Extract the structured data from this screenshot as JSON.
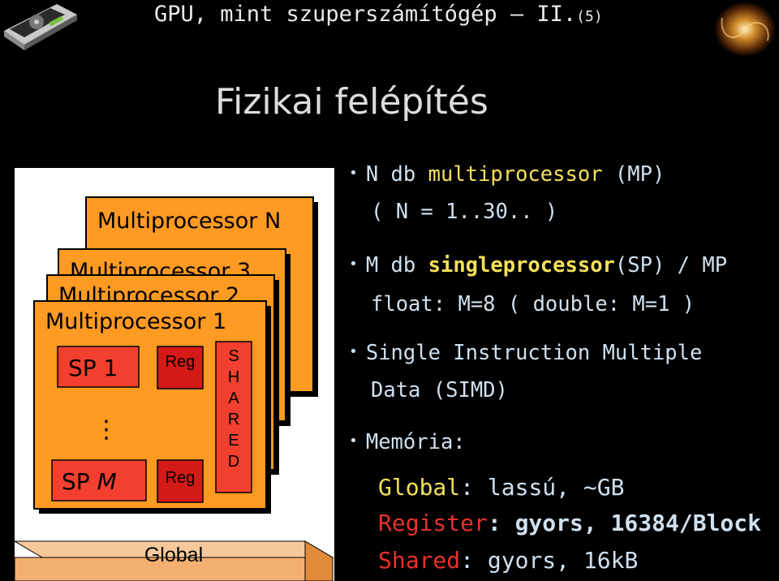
{
  "header": {
    "title": "GPU, mint szuperszámítógép – II.",
    "page": "(5)"
  },
  "slide_title": "Fizikai felépítés",
  "icons": {
    "gpu": "gpu-card-icon",
    "galaxy": "galaxy-icon"
  },
  "diagram": {
    "mp_n": "Multiprocessor N",
    "mp_3": "Multiprocessor 3",
    "mp_2": "Multiprocessor 2",
    "mp_1": "Multiprocessor 1",
    "sp1": "SP 1",
    "spm": "SP M",
    "reg1": "Reg",
    "reg2": "Reg",
    "dots": "⋮",
    "shared": [
      "S",
      "H",
      "A",
      "R",
      "E",
      "D"
    ],
    "global": "Global"
  },
  "bullets": {
    "b1_pre": "N db ",
    "b1_hl": "multiprocessor",
    "b1_post": " (MP)",
    "b1_l2": "( N = 1..30.. )",
    "b2_pre": "M db ",
    "b2_hl": "singleprocessor",
    "b2_post": "(SP) / MP",
    "b2_l2": "float: M=8  ( double: M=1 )",
    "b3_l1": "Single Instruction Multiple",
    "b3_l2": "Data (SIMD)",
    "b4": "Memória:"
  },
  "memory": {
    "global_label": "Global",
    "global_rest": ": lassú, ~GB",
    "register_label": "Register",
    "register_rest": ": gyors, 16384/Block",
    "shared_label": "Shared",
    "shared_rest": ": gyors, 16kB"
  }
}
